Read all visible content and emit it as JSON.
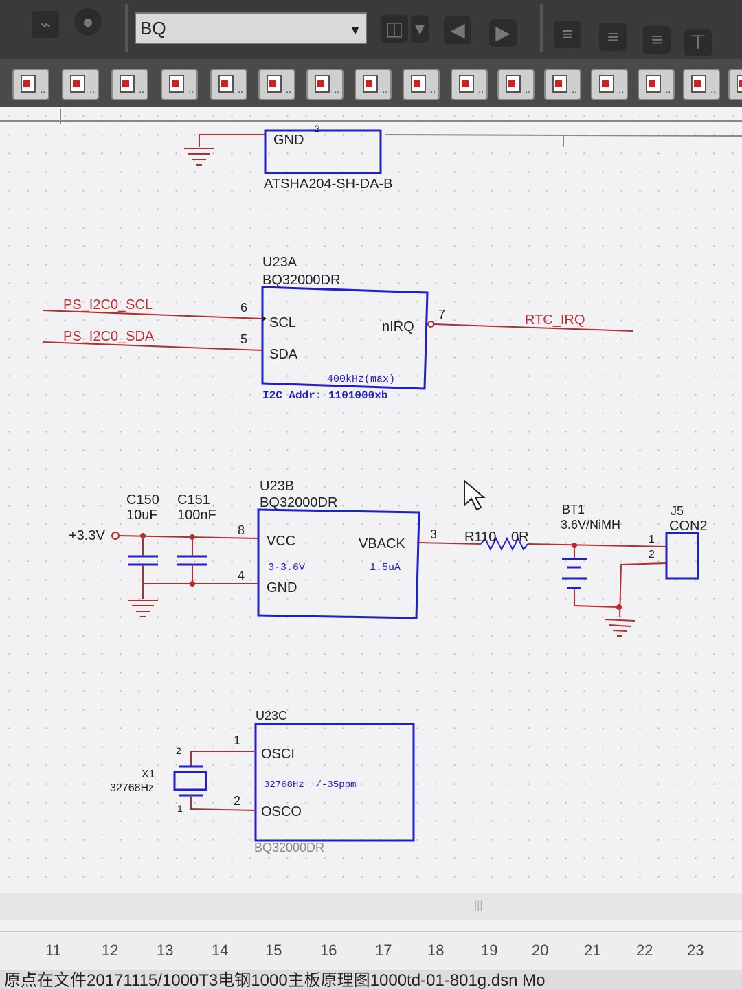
{
  "toolbar": {
    "part_search_value": "BQ"
  },
  "schematic": {
    "atsha": {
      "pin_num": "2",
      "pin_label": "GND",
      "part_value": "ATSHA204-SH-DA-B"
    },
    "u23a": {
      "ref": "U23A",
      "value": "BQ32000DR",
      "pin6_num": "6",
      "pin6_name": "SCL",
      "pin5_num": "5",
      "pin5_name": "SDA",
      "pin7_num": "7",
      "pin7_name": "nIRQ",
      "note1": "400kHz(max)",
      "note2": "I2C Addr: 1101000xb"
    },
    "nets": {
      "scl": "PS_I2C0_SCL",
      "sda": "PS_I2C0_SDA",
      "irq": "RTC_IRQ",
      "vcc": "+3.3V"
    },
    "u23b": {
      "ref": "U23B",
      "value": "BQ32000DR",
      "pin8_num": "8",
      "pin8_name": "VCC",
      "pin4_num": "4",
      "pin4_name": "GND",
      "pin3_num": "3",
      "pin3_name": "VBACK",
      "note_vcc": "3-3.6V",
      "note_vback": "1.5uA"
    },
    "c150": {
      "ref": "C150",
      "value": "10uF"
    },
    "c151": {
      "ref": "C151",
      "value": "100nF"
    },
    "r110": {
      "ref": "R110",
      "value": "0R"
    },
    "bt1": {
      "ref": "BT1",
      "value": "3.6V/NiMH"
    },
    "j5": {
      "ref": "J5",
      "value": "CON2",
      "pin1": "1",
      "pin2": "2"
    },
    "u23c": {
      "ref": "U23C",
      "value": "BQ32000DR",
      "pin1_num": "1",
      "pin1_name": "OSCI",
      "pin2_num": "2",
      "pin2_name": "OSCO",
      "note": "32768Hz  +/-35ppm"
    },
    "x1": {
      "ref": "X1",
      "value": "32768Hz",
      "pin2": "2",
      "pin1": "1"
    }
  },
  "ruler": {
    "ticks": [
      "11",
      "12",
      "13",
      "14",
      "15",
      "16",
      "17",
      "18",
      "19",
      "20",
      "21",
      "22",
      "23"
    ]
  },
  "status_bar": {
    "text": "原点在文件20171115/1000T3电钢1000主板原理图1000td-01-801g.dsn  Mo"
  },
  "colors": {
    "wire": "#b03030",
    "body": "#2020c8",
    "pin_text": "#222222",
    "net_text": "#c03030"
  }
}
